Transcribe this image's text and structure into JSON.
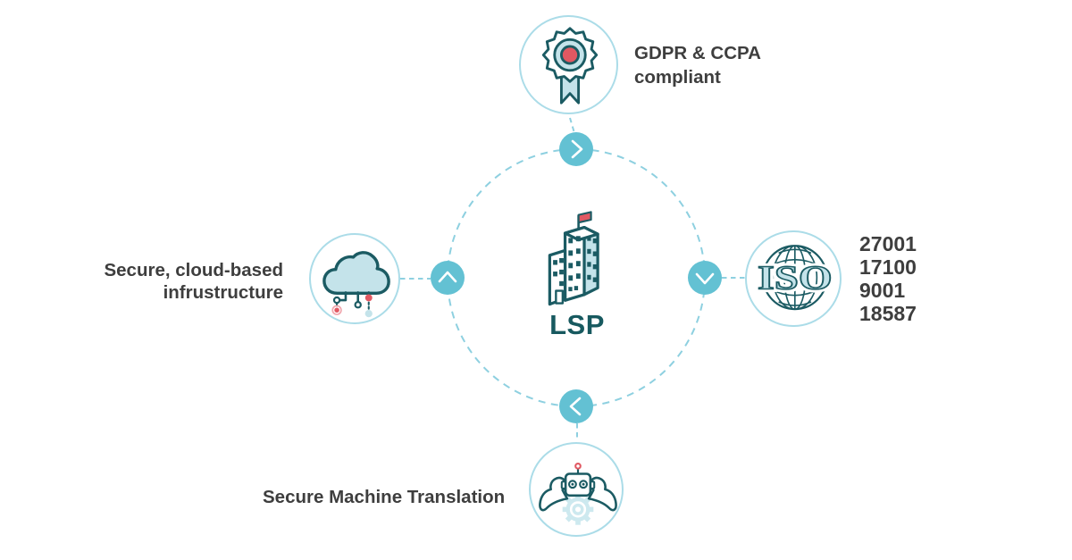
{
  "colors": {
    "background": "#ffffff",
    "teal-dark": "#1b5b63",
    "teal-text": "#17595f",
    "light-blue-fill": "#c4e3ea",
    "lighter-blue": "#cde9ef",
    "arrow-teal": "#63c1d3",
    "dash-blue": "#8ed0e0",
    "circle-border": "#abdce8",
    "accent-red": "#e15862",
    "accent-red-soft": "#f0a6ad",
    "text-dark": "#3e3e3e"
  },
  "center": {
    "label": "LSP",
    "icon": "building-flag-icon"
  },
  "arrows": {
    "top": "right",
    "right": "down",
    "bottom": "left",
    "left": "up"
  },
  "satellites": {
    "top": {
      "icon": "award-ribbon-icon",
      "label_lines": [
        "GDPR & CCPA",
        "compliant"
      ]
    },
    "right": {
      "icon": "iso-globe-icon",
      "globe_text": "ISO",
      "label_lines": [
        "27001",
        "17100",
        "9001",
        "18587"
      ]
    },
    "bottom": {
      "icon": "robot-strength-icon",
      "label_lines": [
        "Secure Machine Translation"
      ]
    },
    "left": {
      "icon": "secure-cloud-icon",
      "label_lines": [
        "Secure, cloud-based",
        "infrustructure"
      ]
    }
  }
}
